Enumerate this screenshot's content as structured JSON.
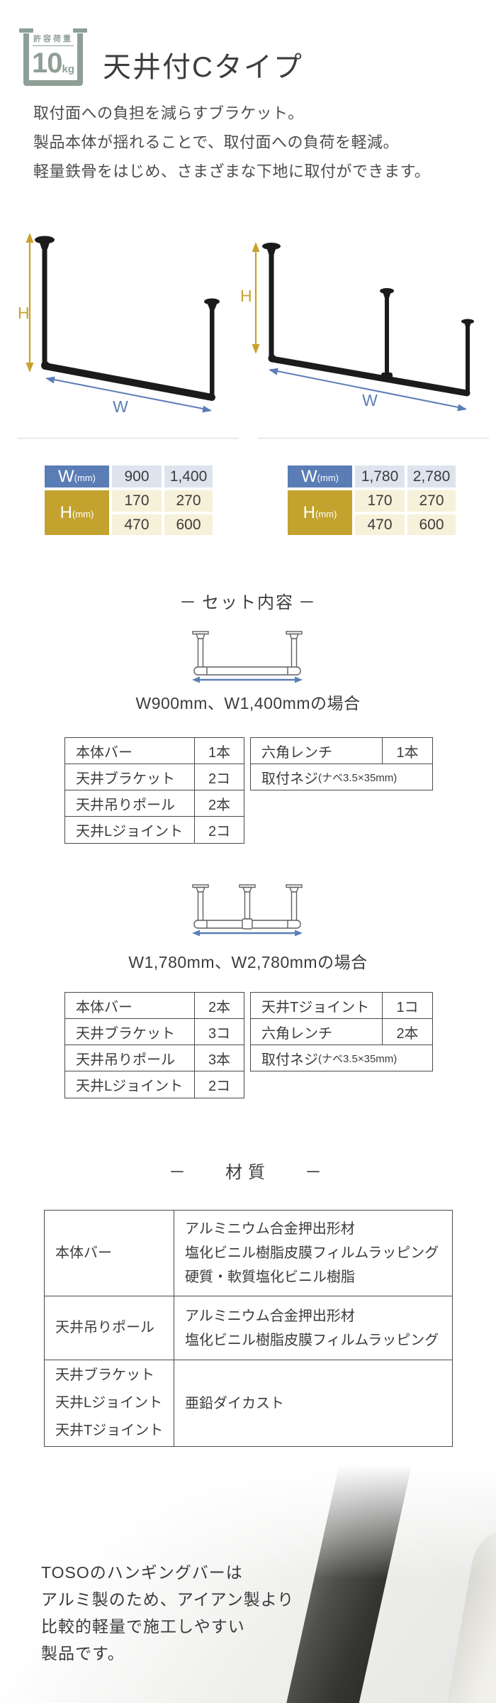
{
  "header": {
    "badge": {
      "label": "許容荷重",
      "value": "10",
      "unit": "kg"
    },
    "title": "天井付Cタイプ"
  },
  "description": {
    "lines": [
      "取付面への負担を減らすブラケット。",
      "製品本体が揺れることで、取付面への負荷を軽減。",
      "軽量鉄骨をはじめ、さまざまな下地に取付ができます。"
    ]
  },
  "diagram_labels": {
    "h": "H",
    "w": "W"
  },
  "spec_labels": {
    "w": "W",
    "h": "H",
    "unit": "(mm)"
  },
  "spec_tables": [
    {
      "w_values": [
        "900",
        "1,400"
      ],
      "h_values": [
        [
          "170",
          "270"
        ],
        [
          "470",
          "600"
        ]
      ]
    },
    {
      "w_values": [
        "1,780",
        "2,780"
      ],
      "h_values": [
        [
          "170",
          "270"
        ],
        [
          "470",
          "600"
        ]
      ]
    }
  ],
  "set_section": {
    "dash": "－",
    "title": "セット内容",
    "sets": [
      {
        "caption": "W900mm、W1,400mmの場合",
        "left_rows": [
          [
            "本体バー",
            "1本"
          ],
          [
            "天井ブラケット",
            "2コ"
          ],
          [
            "天井吊りポール",
            "2本"
          ],
          [
            "天井Lジョイント",
            "2コ"
          ]
        ],
        "right_rows": [
          [
            "六角レンチ",
            "1本"
          ]
        ],
        "screw_label": "取付ネジ",
        "screw_size": "(ナベ3.5×35mm)"
      },
      {
        "caption": "W1,780mm、W2,780mmの場合",
        "left_rows": [
          [
            "本体バー",
            "2本"
          ],
          [
            "天井ブラケット",
            "3コ"
          ],
          [
            "天井吊りポール",
            "3本"
          ],
          [
            "天井Lジョイント",
            "2コ"
          ]
        ],
        "right_rows": [
          [
            "天井Tジョイント",
            "1コ"
          ],
          [
            "六角レンチ",
            "2本"
          ]
        ],
        "screw_label": "取付ネジ",
        "screw_size": "(ナベ3.5×35mm)"
      }
    ]
  },
  "materials": {
    "dash": "－",
    "title": "材質",
    "rows": [
      {
        "name": [
          "本体バー"
        ],
        "values": [
          "アルミニウム合金押出形材",
          "塩化ビニル樹脂皮膜フィルムラッピング",
          "硬質・軟質塩化ビニル樹脂"
        ]
      },
      {
        "name": [
          "天井吊りポール"
        ],
        "values": [
          "アルミニウム合金押出形材",
          "塩化ビニル樹脂皮膜フィルムラッピング"
        ]
      },
      {
        "name": [
          "天井ブラケット",
          "天井Lジョイント",
          "天井Tジョイント"
        ],
        "values": [
          "亜鉛ダイカスト"
        ]
      }
    ]
  },
  "footer": {
    "lines": [
      "TOSOのハンギングバーは",
      "アルミ製のため、アイアン製より",
      "比較的軽量で施工しやすい",
      "製品です。"
    ]
  },
  "colors": {
    "badge_sage": "#8e9f96",
    "h_arrow_gold": "#c8a22b",
    "w_arrow_blue": "#5b7eb5",
    "spec_w_header": "#5a7db5",
    "spec_w_cell": "#dde4ee",
    "spec_h_header": "#c3a32e",
    "spec_h_cell": "#f6f1d9",
    "table_border": "#4a4a4a",
    "product_black": "#1b1b1b"
  }
}
